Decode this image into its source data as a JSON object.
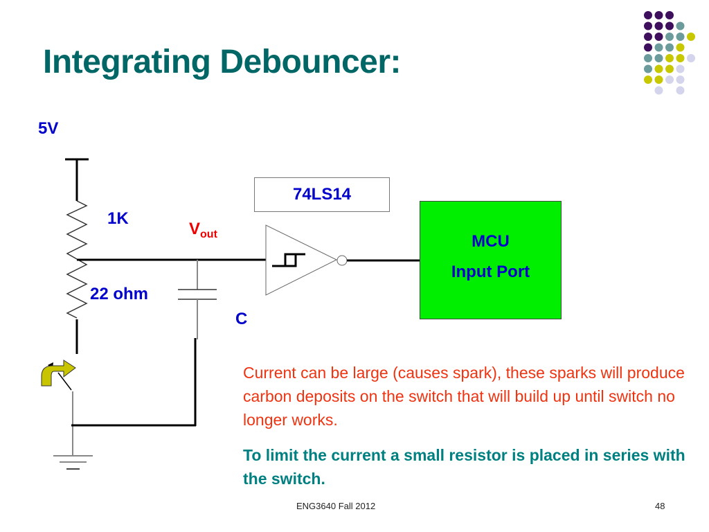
{
  "slide": {
    "title": "Integrating Debouncer:",
    "footer_text": "ENG3640 Fall 2012",
    "page_number": "48"
  },
  "decoration": {
    "dot_grid_colors": {
      "purple": "#3d0f5c",
      "teal": "#6b9b9b",
      "yellow": "#c8c800",
      "lavender": "#d4d4ec"
    }
  },
  "circuit": {
    "supply_label": "5V",
    "resistor_top_label": "1K",
    "resistor_bottom_label": "22 ohm",
    "node_label_main": "V",
    "node_label_sub": "out",
    "capacitor_label": "C",
    "chip_label": "74LS14",
    "mcu_line1": "MCU",
    "mcu_line2": "Input Port",
    "mcu_color": "#00ee00"
  },
  "notes": {
    "warning": "Current can be large (causes spark), these sparks will produce carbon deposits on the switch that will build up until switch no longer works.",
    "solution": "To limit the current a small resistor is placed in series with the switch."
  },
  "colors": {
    "title": "#006666",
    "label_blue": "#0000cc",
    "label_red": "#ee0000",
    "warning_text": "#ee3311",
    "solution_text": "#008080"
  }
}
